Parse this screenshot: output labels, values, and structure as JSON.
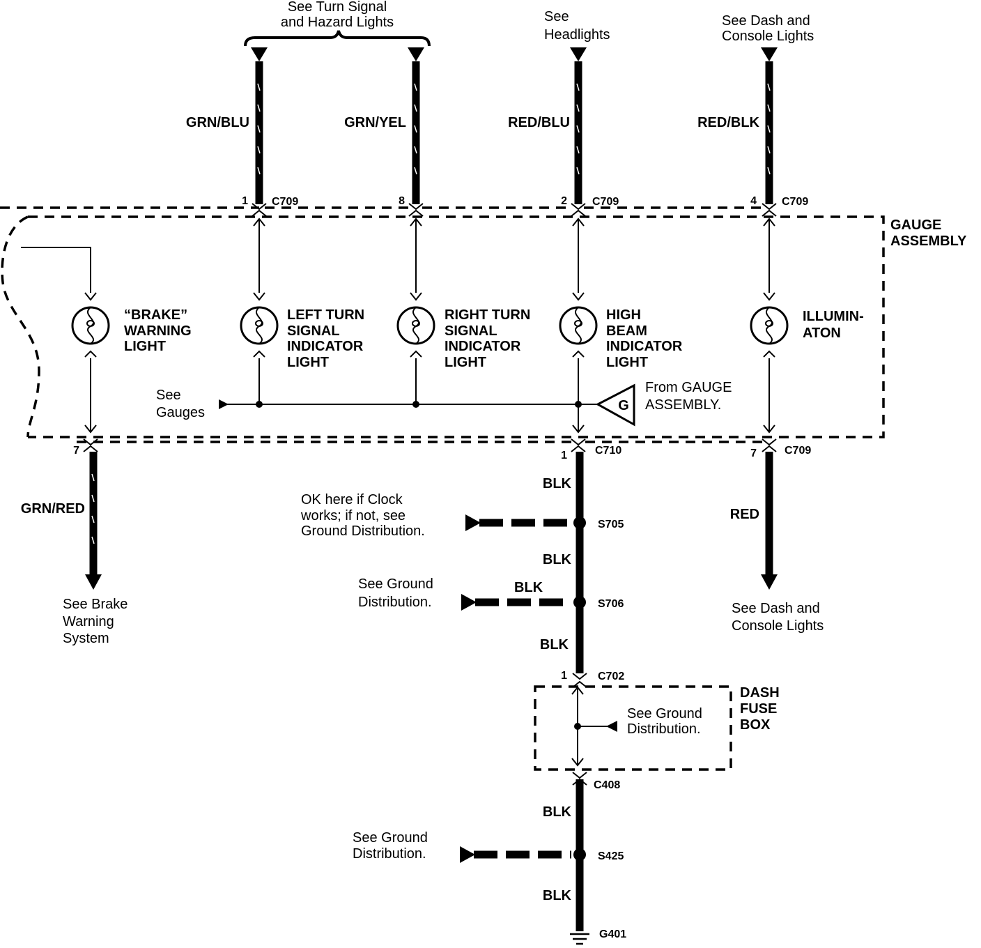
{
  "refs": {
    "turn_hazard": [
      "See Turn Signal",
      "and Hazard Lights"
    ],
    "headlights": [
      "See",
      "Headlights"
    ],
    "dash_console_top": [
      "See Dash and",
      "Console Lights"
    ],
    "brake_system": [
      "See Brake",
      "Warning",
      "System"
    ],
    "dash_console_bottom": [
      "See Dash and",
      "Console Lights"
    ],
    "gauges": [
      "See",
      "Gauges"
    ],
    "from_gauge": [
      "From GAUGE",
      "ASSEMBLY."
    ],
    "clock": [
      "OK here if Clock",
      "works; if not, see",
      "Ground Distribution."
    ],
    "ground_s706": [
      "See Ground",
      "Distribution."
    ],
    "ground_fusebox": [
      "See Ground",
      "Distribution."
    ],
    "ground_s425": [
      "See Ground",
      "Distribution."
    ]
  },
  "wires": {
    "grn_blu": "GRN/BLU",
    "grn_yel": "GRN/YEL",
    "red_blu": "RED/BLU",
    "red_blk": "RED/BLK",
    "grn_red": "GRN/RED",
    "red": "RED",
    "blk": "BLK"
  },
  "pins": {
    "p1": "1",
    "p8": "8",
    "p2": "2",
    "p4": "4",
    "p7a": "7",
    "p1b": "1",
    "p7b": "7",
    "p1c": "1"
  },
  "connectors": {
    "c709": "C709",
    "c710": "C710",
    "c702": "C702",
    "c408": "C408"
  },
  "splices": {
    "s705": "S705",
    "s706": "S706",
    "s425": "S425"
  },
  "ground": "G401",
  "gauge_assembly": [
    "GAUGE",
    "ASSEMBLY"
  ],
  "dash_fuse_box": [
    "DASH",
    "FUSE",
    "BOX"
  ],
  "g_symbol": "G",
  "components": {
    "brake": [
      "“BRAKE”",
      "WARNING",
      "LIGHT"
    ],
    "left_turn": [
      "LEFT TURN",
      "SIGNAL",
      "INDICATOR",
      "LIGHT"
    ],
    "right_turn": [
      "RIGHT TURN",
      "SIGNAL",
      "INDICATOR",
      "LIGHT"
    ],
    "high_beam": [
      "HIGH",
      "BEAM",
      "INDICATOR",
      "LIGHT"
    ],
    "illumination": [
      "ILLUMIN-",
      "ATON"
    ]
  }
}
